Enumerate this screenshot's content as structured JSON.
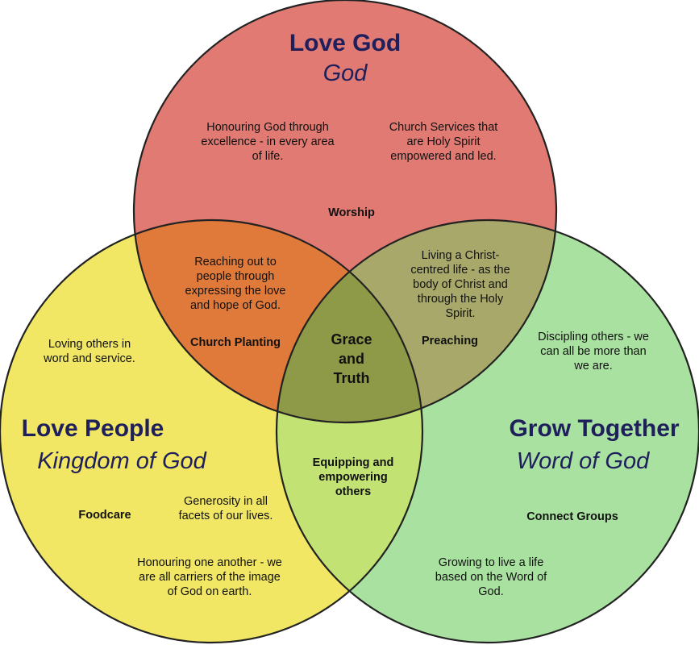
{
  "colors": {
    "god_circle": "#e07a72",
    "people_circle": "#f1e764",
    "together_circle": "#a9e2a0",
    "god_people_overlap": "#e07a3a",
    "god_together_overlap": "#a8a86a",
    "people_together_overlap": "#c2e274",
    "center_overlap": "#8f9a48",
    "title_text": "#1f1f5c",
    "outline": "#222222"
  },
  "circles": {
    "god": {
      "title": "Love God",
      "subtitle": "God",
      "text_left": "Honouring God through excellence - in every area of life.",
      "text_right": "Church Services that are Holy Spirit empowered and led.",
      "label": "Worship"
    },
    "people": {
      "title": "Love People",
      "subtitle": "Kingdom of God",
      "text_top": "Loving others in word and service.",
      "label": "Foodcare",
      "text_generosity": "Generosity in all facets of our lives.",
      "text_honouring": "Honouring one another - we are all carriers of the image of God on earth."
    },
    "together": {
      "title": "Grow Together",
      "subtitle": "Word of God",
      "text_top": "Discipling others - we can all be more than we are.",
      "label": "Connect Groups",
      "text_bottom": "Growing to live a life based on the Word of God."
    }
  },
  "overlaps": {
    "god_people": {
      "text": "Reaching out to people through expressing the love and hope of God.",
      "label": "Church Planting"
    },
    "god_together": {
      "text": "Living a Christ-centred life - as the body of Christ and through the Holy Spirit.",
      "label": "Preaching"
    },
    "people_together": {
      "label": "Equipping and empowering others"
    },
    "center": {
      "line1": "Grace",
      "line2": "and",
      "line3": "Truth"
    }
  }
}
